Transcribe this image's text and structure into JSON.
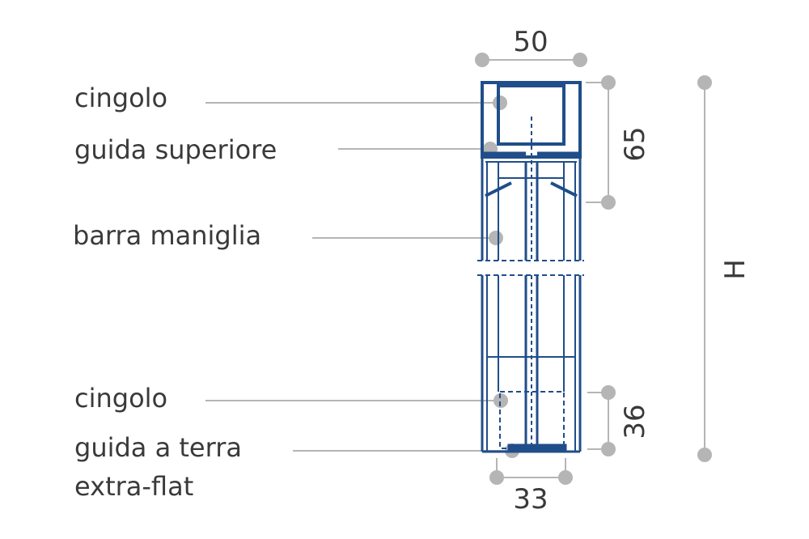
{
  "labels": {
    "top_belt": "cingolo",
    "top_guide": "guida superiore",
    "handle_bar": "barra maniglia",
    "bottom_belt": "cingolo",
    "floor_guide_line1": "guida a terra",
    "floor_guide_line2": "extra-flat"
  },
  "dimensions": {
    "top_width": "50",
    "top_height": "65",
    "bottom_height": "36",
    "bottom_width": "33",
    "overall_height": "H"
  },
  "colors": {
    "profile": "#1f4e8a",
    "leader": "#b5b5b5",
    "text": "#3a3a3a"
  }
}
